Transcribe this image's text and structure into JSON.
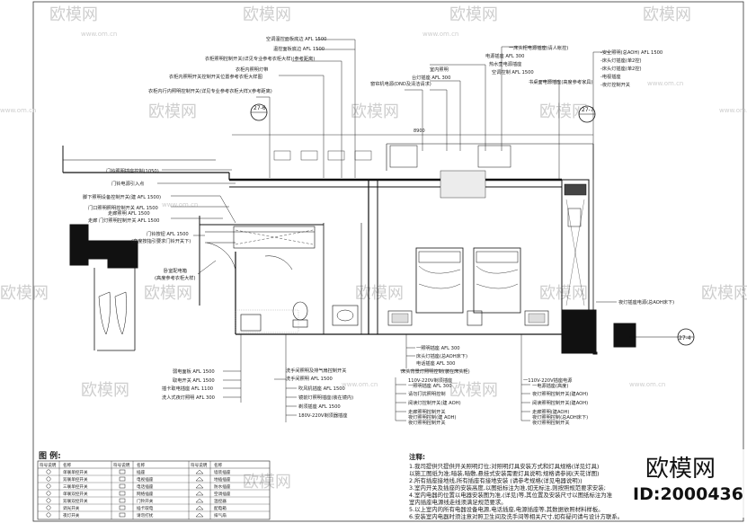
{
  "watermark": {
    "brand": "欧模网",
    "url": "www.om.cn"
  },
  "section_markers": {
    "top_left": "27-6",
    "top_right": "27-7",
    "right": "27-4"
  },
  "dimension_top": "8900",
  "callouts_top_left": [
    "空调温控面板底边 AFL 1500",
    "温控面板底边 AFL 1500",
    "衣柜照明控制开关(详见专业参考衣柜大样)(参考距离)",
    "衣柜内照明灯带",
    "衣柜内照明开关控制开关位置参考衣柜大样图",
    "衣柜内行内照明控制开关(详见专业参考衣柜大样)(参考距离)"
  ],
  "callouts_top_right": [
    "一床头柜电源插座(请人帐控)",
    "电源插座 AFL 300",
    "热水壶电源插座",
    "空调控制 AFL 1500",
    "室内照明",
    "台灯插座 AFL 300",
    "窗帘机电源(DND及清洁请求)",
    "书桌面电源插座(高度参考家具)"
  ],
  "callouts_far_right": [
    "-安全照明(总AOH) AFL 1500",
    "-床头灯插座(单2控)",
    "-床头灯插座(单2控)",
    "-电视插座",
    "-夜灯控制开关"
  ],
  "callouts_left": [
    "门铃照明插座控制(1050)",
    "门铃电源引入点",
    "脚下照明设备控制开关(建 AFL 1500)",
    "门口照明照明控制开关 AFL 1500",
    "走廊照明 AFL 1500",
    "走廊 门灯照明控制开关 AFL 1500",
    "门铃按钮 AFL 1500",
    "(高度按指引要求门铃开关下)",
    "卧室配电箱",
    "(高度参考衣柜大样)"
  ],
  "callout_right_middle": "夜灯插座电源(总AOH床下)",
  "callouts_bottom_left": [
    "弱电面板 AFL 1500",
    "取电开关 AFL 1500",
    "插卡取电插座 AFL 1100",
    "洗人式夜灯照明 AFL 300"
  ],
  "callouts_bottom_middle": [
    "洗手间照明及排气扇控制开关",
    "洗手间照明 AFL 1500",
    "吹风机插座 AFL 1500",
    "镜前灯照明插座(装在镜内)",
    "剃须插座 AFL 1500",
    "180V-220V剃须器插座"
  ],
  "callouts_bottom_center": [
    "一照明插座 AFL 300",
    "床头灯插座(总AOH床下)",
    "电话插座 AFL 300",
    "床头背景灯照明控制(装在床头柜)",
    "110V-220V剃须插座",
    "一照明插座 AFL 300",
    "请勿打扰照明控制",
    "阅读灯控制开关(建 AOH)",
    "走廊照明控制开关",
    "夜灯照明控制(建 AOH)",
    "夜灯照明控制开关"
  ],
  "callouts_bottom_right": [
    "一110V-220V插座电源",
    "一电源插座(高度)",
    "夜灯照明控制开关(建AOH)",
    "阅读照明控制开关(建AOH)",
    "走廊照明(建AOH)",
    "夜灯照明控制(总AOH床下)",
    "夜灯照明控制开关"
  ],
  "legend": {
    "title": "图 例:",
    "headers": [
      "符号说明",
      "名称",
      "符号说明",
      "名称",
      "符号说明",
      "名称"
    ],
    "rows": [
      [
        "单联单控开关",
        "插座",
        "墙装插座"
      ],
      [
        "双联单控开关",
        "电视插座",
        "地插插座"
      ],
      [
        "三联单控开关",
        "电话插座",
        "防水插座"
      ],
      [
        "单联双控开关",
        "网络插座",
        "空调插座"
      ],
      [
        "双联双控开关",
        "门铃开关",
        "温控器"
      ],
      [
        "调光开关",
        "插卡取电",
        "配电箱"
      ],
      [
        "夜灯开关",
        "请勿打扰",
        "排气扇"
      ]
    ]
  },
  "notes": {
    "title": "注释:",
    "lines": [
      "1.我司提供只提供开关照明灯位;对照明灯具安装方式和灯具规格(详见灯具)",
      "  以施工图纸为准;暗装,暗敷,悬挂式安装需要灯具说明;规格请参阅(天花详图)",
      "2.所有插座接地线,所有插座有接地安装 (请参考规格(详见电器说明))",
      "3.室内开关及插座的安装高度,以图纸标注为准,如无标注,则按照规范要求安装;",
      "4.室内电器的位置以电器安装图为准,(详见)等,其位置及安装尺寸以图纸标注为准",
      "  室内插座电源线走线须满足规范要求。",
      "5.以上室内的所有电器设备电源,电话插座,电源插座等,其数据依照材料样板。",
      "6.安装室内电器时须注意对照卫生间及洗手间等相关尺寸,如有疑问请与设计方联系。"
    ]
  },
  "brand_logo": "欧模网",
  "id_label": "ID:2000436"
}
